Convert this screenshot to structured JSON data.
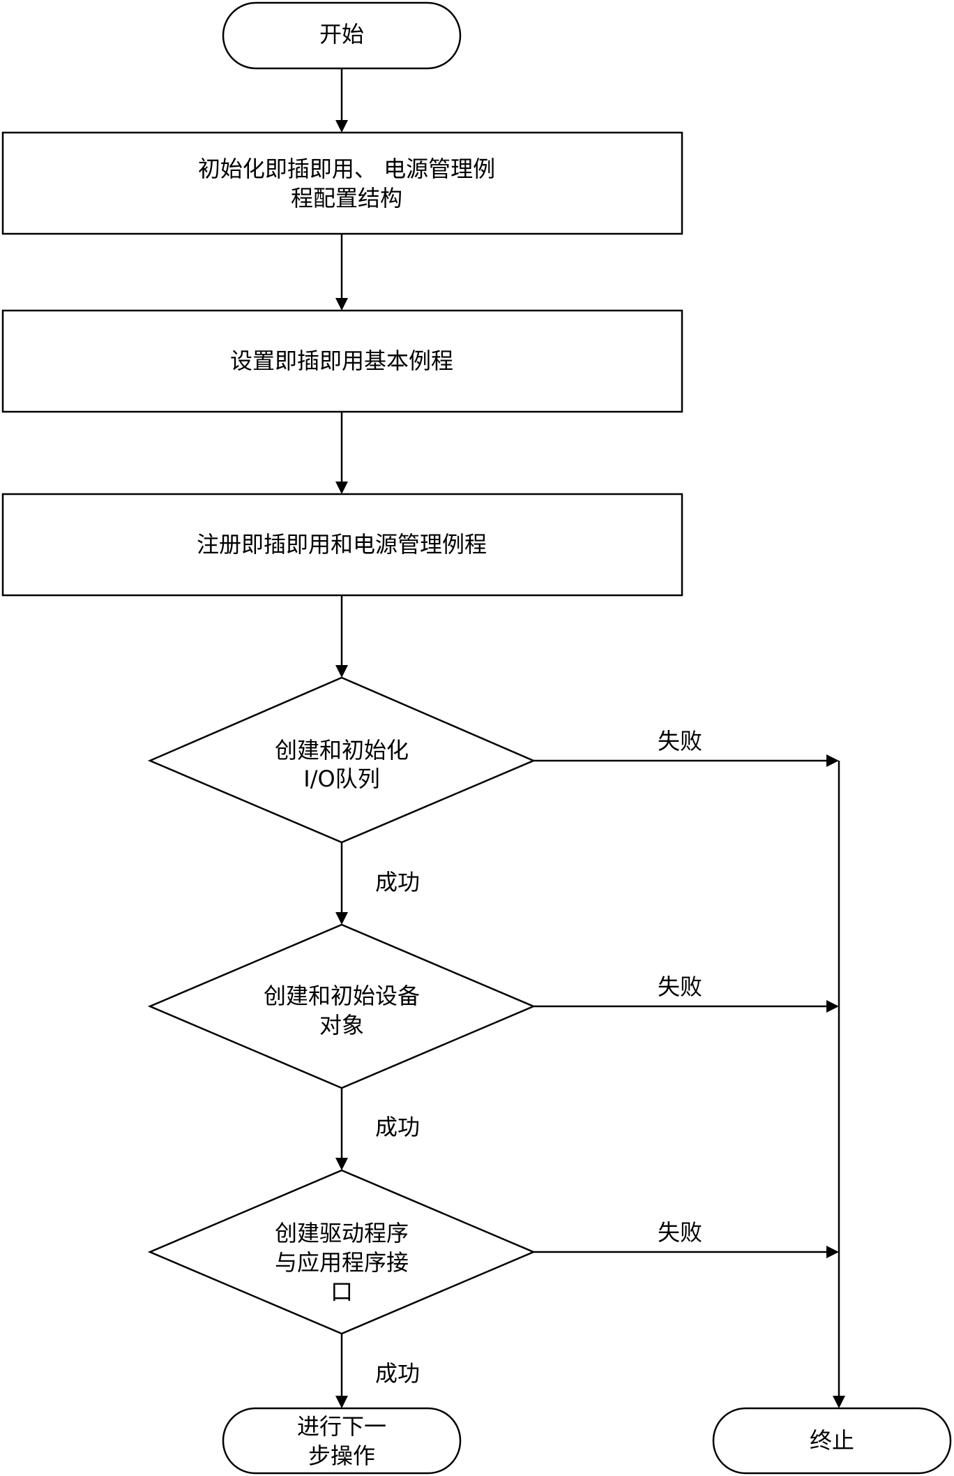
{
  "nodes": {
    "start": {
      "label": "开始"
    },
    "init_config": {
      "line1": "初始化即插即用、 电源管理例",
      "line2": "程配置结构"
    },
    "set_basic": {
      "label": "设置即插即用基本例程"
    },
    "register": {
      "label": "注册即插即用和电源管理例程"
    },
    "io_queue": {
      "line1": "创建和初始化",
      "line2": "I/O队列"
    },
    "device_obj": {
      "line1": "创建和初始设备",
      "line2": "对象"
    },
    "app_iface": {
      "line1": "创建驱动程序",
      "line2": "与应用程序接",
      "line3": "口"
    },
    "next_step": {
      "line1": "进行下一",
      "line2": "步操作"
    },
    "terminate": {
      "label": "终止"
    }
  },
  "edges": {
    "fail_1": "失败",
    "fail_2": "失败",
    "fail_3": "失败",
    "success_1": "成功",
    "success_2": "成功",
    "success_3": "成功"
  }
}
